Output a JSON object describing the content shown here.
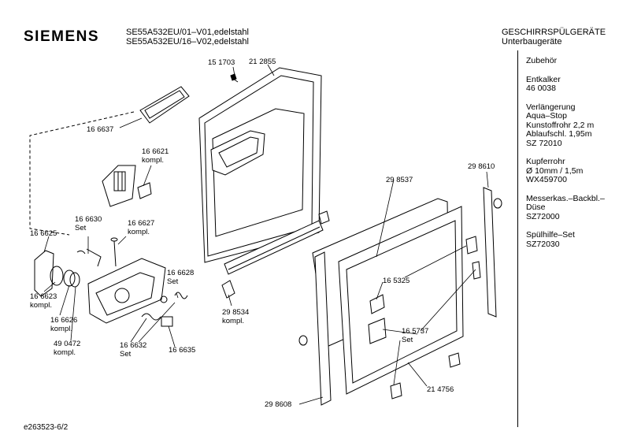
{
  "header": {
    "brand": "SIEMENS",
    "model_line_1": "SE55A532EU/01–V01,edelstahl",
    "model_line_2": "SE55A532EU/16–V02,edelstahl",
    "category_line_1": "GESCHIRRSPÜLGERÄTE",
    "category_line_2": "Unterbaugeräte"
  },
  "accessories": [
    {
      "lines": [
        "Zubehör"
      ]
    },
    {
      "lines": [
        "Entkalker",
        "46 0038"
      ]
    },
    {
      "lines": [
        "Verlängerung",
        "Aqua–Stop",
        "Kunstoffrohr 2,2 m",
        "Ablaufschl. 1,95m",
        "SZ 72010"
      ]
    },
    {
      "lines": [
        "Kupferrohr",
        "Ø 10mm / 1,5m",
        "WX459700"
      ]
    },
    {
      "lines": [
        "Messerkas.–Backbl.–",
        "Düse",
        "SZ72000"
      ]
    },
    {
      "lines": [
        "Spülhilfe–Set",
        "SZ72030"
      ]
    }
  ],
  "part_labels": [
    {
      "id": "p151703",
      "lines": [
        "15 1703"
      ]
    },
    {
      "id": "p212855",
      "lines": [
        "21 2855"
      ]
    },
    {
      "id": "p166637",
      "lines": [
        "16 6637"
      ]
    },
    {
      "id": "p166621",
      "lines": [
        "16 6621",
        "kompl."
      ]
    },
    {
      "id": "p166630",
      "lines": [
        "16 6630",
        "Set"
      ]
    },
    {
      "id": "p166627",
      "lines": [
        "16 6627",
        "kompl."
      ]
    },
    {
      "id": "p166625",
      "lines": [
        "16 6625"
      ]
    },
    {
      "id": "p166623",
      "lines": [
        "16 6623",
        "kompl."
      ]
    },
    {
      "id": "p166626",
      "lines": [
        "16 6626",
        "kompl."
      ]
    },
    {
      "id": "p490472",
      "lines": [
        "49 0472",
        "kompl."
      ]
    },
    {
      "id": "p166628",
      "lines": [
        "16 6628",
        "Set"
      ]
    },
    {
      "id": "p166632",
      "lines": [
        "16 6632",
        "Set"
      ]
    },
    {
      "id": "p166635",
      "lines": [
        "16 6635"
      ]
    },
    {
      "id": "p298534",
      "lines": [
        "29 8534",
        "kompl."
      ]
    },
    {
      "id": "p298537",
      "lines": [
        "29 8537"
      ]
    },
    {
      "id": "p298610",
      "lines": [
        "29 8610"
      ]
    },
    {
      "id": "p165325",
      "lines": [
        "16 5325"
      ]
    },
    {
      "id": "p165737",
      "lines": [
        "16 5737",
        "Set"
      ]
    },
    {
      "id": "p214756",
      "lines": [
        "21 4756"
      ]
    },
    {
      "id": "p298608",
      "lines": [
        "29 8608"
      ]
    }
  ],
  "footer": {
    "diagram_id": "e263523-6/2"
  }
}
